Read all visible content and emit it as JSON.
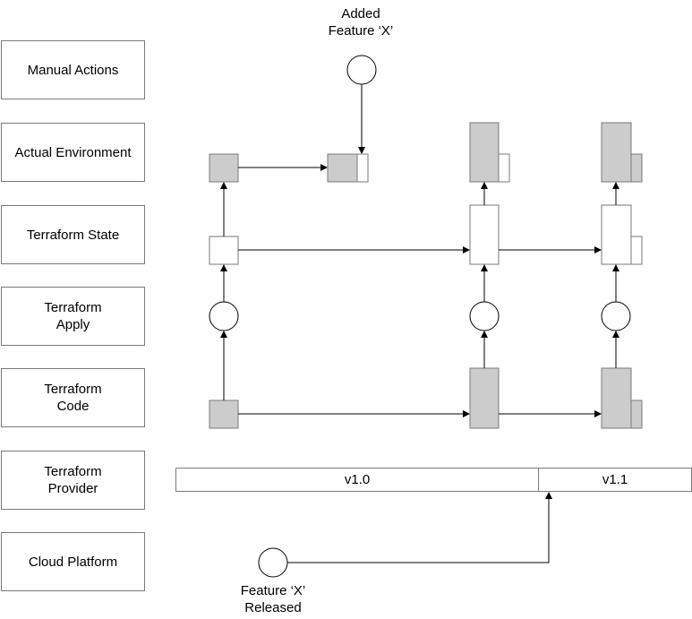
{
  "rows": [
    {
      "label": "Manual Actions"
    },
    {
      "label": "Actual Environment"
    },
    {
      "label": "Terraform State"
    },
    {
      "label": "Terraform\nApply"
    },
    {
      "label": "Terraform\nCode"
    },
    {
      "label": "Terraform\nProvider"
    },
    {
      "label": "Cloud Platform"
    }
  ],
  "annotations": {
    "added_feature": "Added\nFeature ‘X’",
    "feature_released": "Feature ‘X’\nReleased"
  },
  "versions": {
    "v1_0": "v1.0",
    "v1_1": "v1.1"
  },
  "colors": {
    "box_border": "#7a7a7a",
    "filled_box": "#cccccc",
    "arrow": "#000000"
  }
}
